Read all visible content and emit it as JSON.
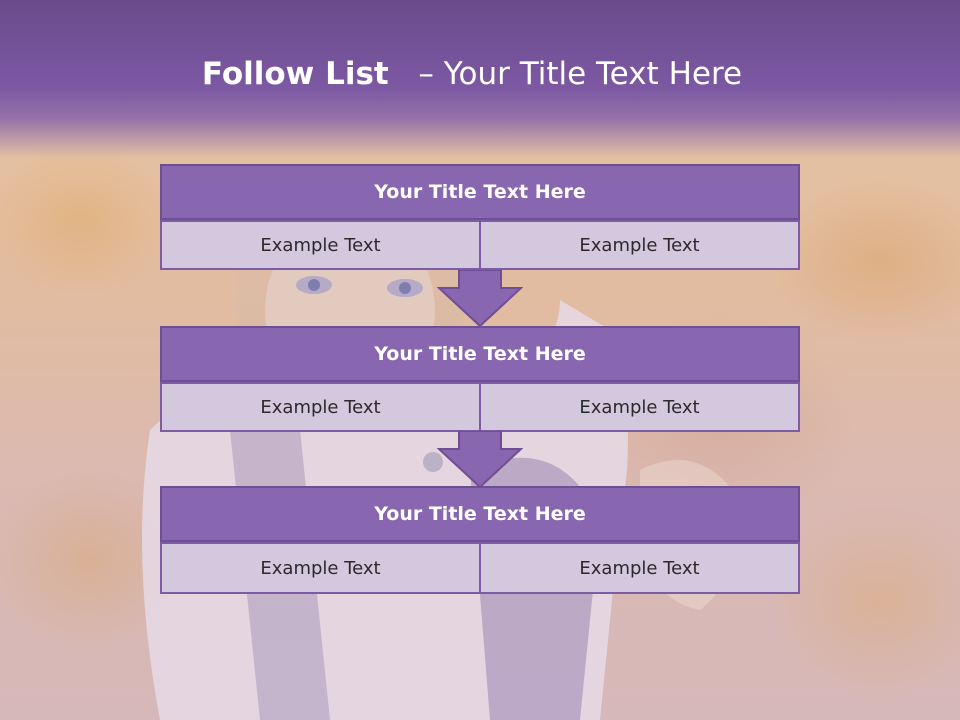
{
  "slide": {
    "title_bold": "Follow List",
    "title_rest": "– Your Title Text Here"
  },
  "blocks": [
    {
      "title": "Your Title Text Here",
      "left": "Example Text",
      "right": "Example Text"
    },
    {
      "title": "Your Title Text Here",
      "left": "Example Text",
      "right": "Example Text"
    },
    {
      "title": "Your Title Text Here",
      "left": "Example Text",
      "right": "Example Text"
    }
  ],
  "colors": {
    "accent": "#8966b0",
    "accent_dark": "#6e4f96",
    "cell": "#d3c8de"
  },
  "background_image": "autumn-leaves-woman-photo"
}
